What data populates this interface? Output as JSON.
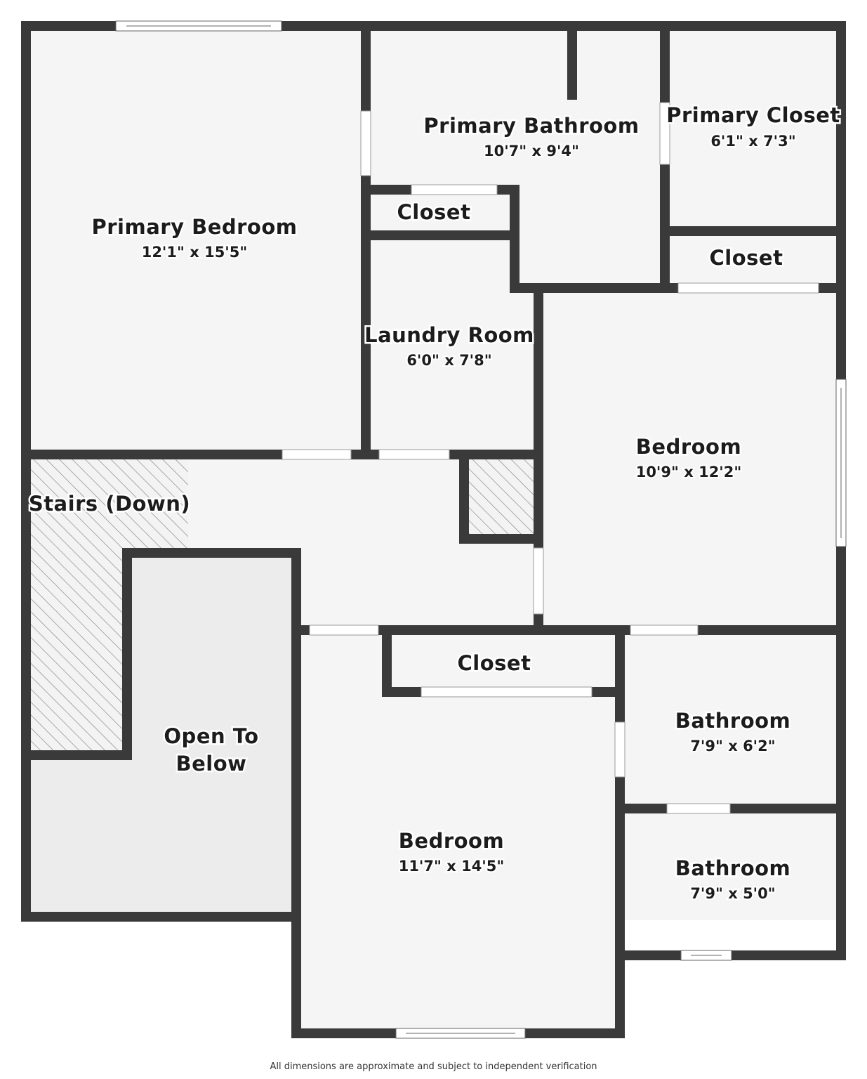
{
  "rooms": {
    "primary_bedroom": {
      "name": "Primary Bedroom",
      "dims": "12'1\" x 15'5\""
    },
    "primary_bathroom": {
      "name": "Primary Bathroom",
      "dims": "10'7\" x 9'4\""
    },
    "primary_closet": {
      "name": "Primary Closet",
      "dims": "6'1\" x 7'3\""
    },
    "closet_a": {
      "name": "Closet"
    },
    "closet_b": {
      "name": "Closet"
    },
    "closet_c": {
      "name": "Closet"
    },
    "laundry_room": {
      "name": "Laundry Room",
      "dims": "6'0\" x 7'8\""
    },
    "bedroom_east": {
      "name": "Bedroom",
      "dims": "10'9\" x 12'2\""
    },
    "stairs": {
      "name": "Stairs (Down)"
    },
    "open_to_below": {
      "line1": "Open To",
      "line2": "Below"
    },
    "bedroom_south": {
      "name": "Bedroom",
      "dims": "11'7\" x 14'5\""
    },
    "bathroom_upper": {
      "name": "Bathroom",
      "dims": "7'9\" x 6'2\""
    },
    "bathroom_lower": {
      "name": "Bathroom",
      "dims": "7'9\" x 5'0\""
    }
  },
  "footer": {
    "disclaimer": "All dimensions are approximate and subject to independent verification"
  },
  "colors": {
    "wall": "#3a3a3a",
    "floor": "#f5f5f5",
    "open_area": "#ececec",
    "hatch": "#8a8a8a"
  }
}
